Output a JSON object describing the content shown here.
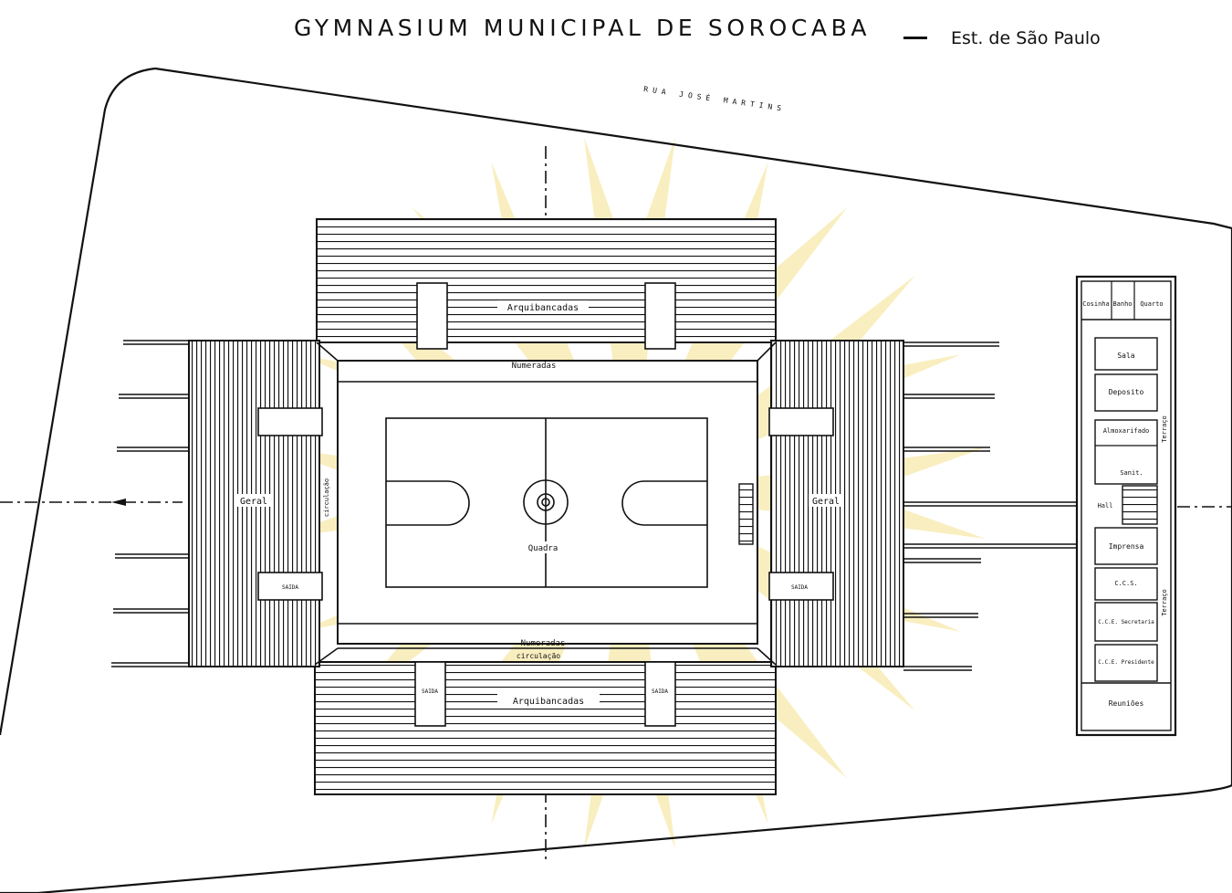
{
  "title": "GYMNASIUM MUNICIPAL DE SOROCABA",
  "title_location": "Est. de São Paulo",
  "street": "RUA JOSÉ MARTINS",
  "labels": {
    "stands_top": "Arquibancadas",
    "stands_bottom": "Arquibancadas",
    "numbered_top": "Numeradas",
    "numbered_bottom": "Numeradas",
    "circulation_bottom": "circulação",
    "circulation_left": "circulação",
    "general_left": "Geral",
    "general_right": "Geral",
    "exit_left": "SAIDA",
    "exit_right": "SAIDA",
    "exit_bottom_left": "SAIDA",
    "exit_bottom_right": "SAIDA",
    "court": "Quadra"
  },
  "annex": {
    "rooms": [
      "Cosinha",
      "Banho",
      "Quarto",
      "Sala",
      "Deposito",
      "Almoxarifado",
      "Sanit.",
      "Hall",
      "Imprensa",
      "C.C.S.",
      "C.C.E. Secretaria",
      "C.C.E. Presidente",
      "Reuniões"
    ],
    "terrace_upper": "Terraço",
    "terrace_lower": "Terraço"
  },
  "colors": {
    "ink": "#111111",
    "paper": "#ffffff",
    "watermark": "#f5e6a6"
  }
}
